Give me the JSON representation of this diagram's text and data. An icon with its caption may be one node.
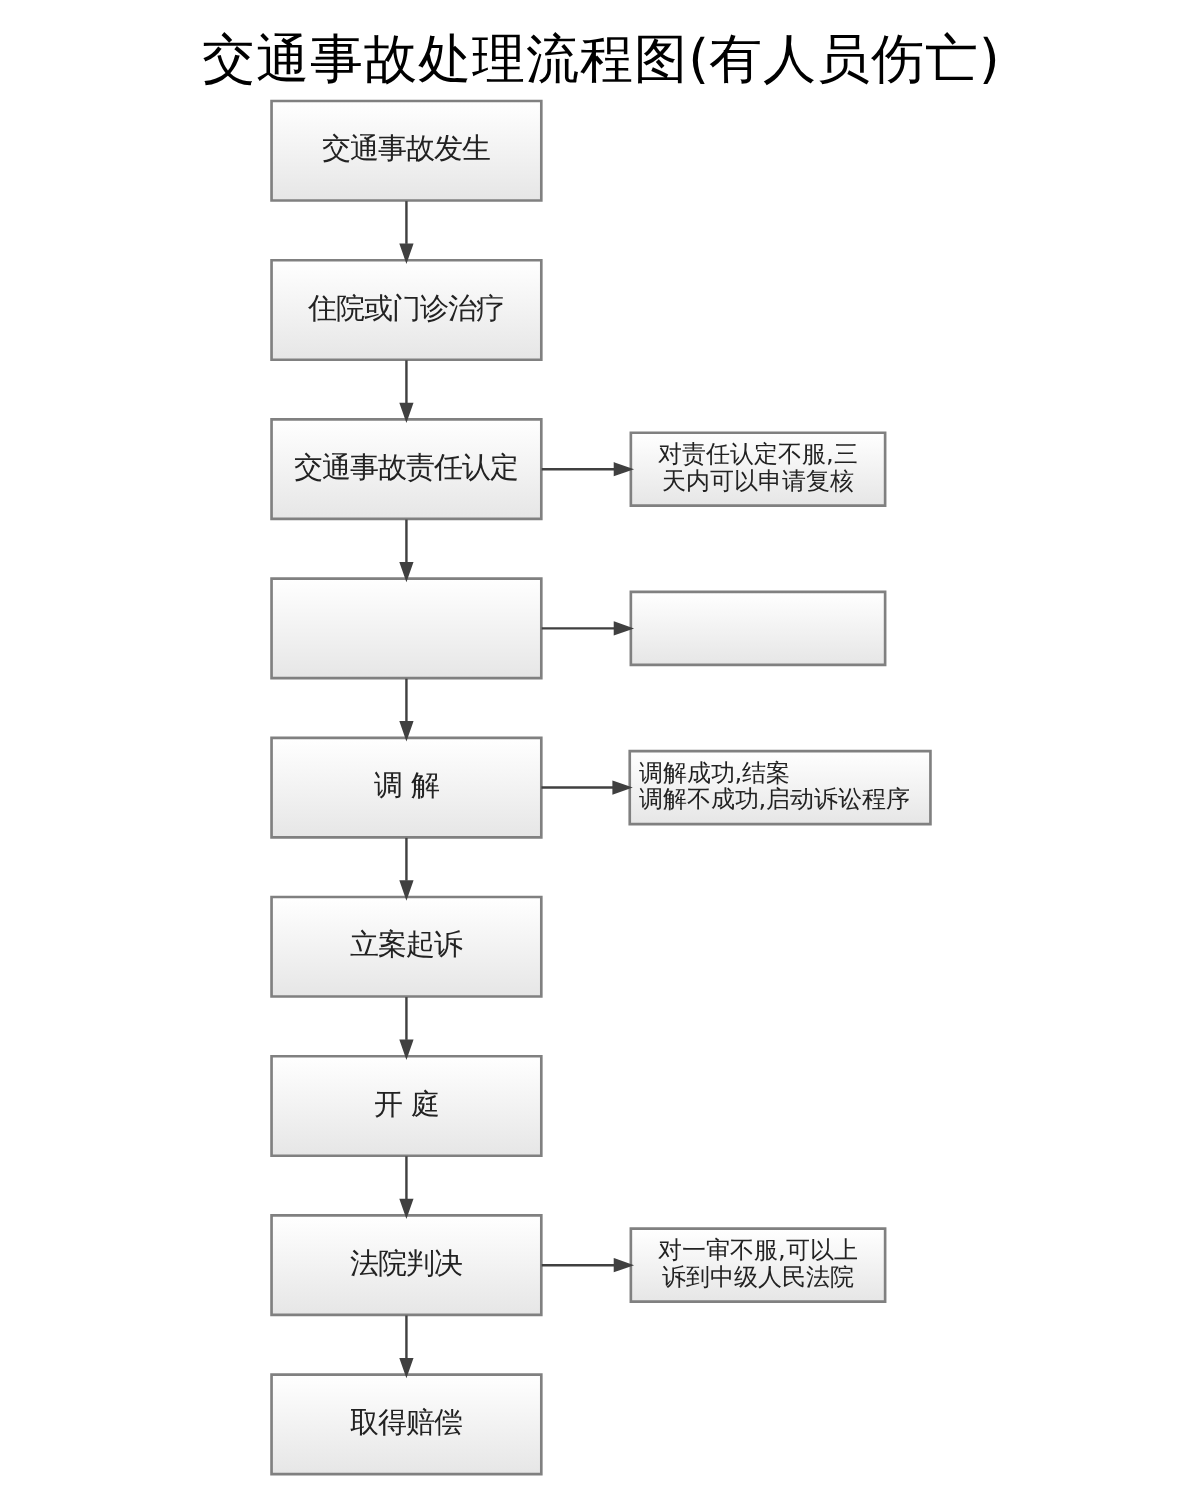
{
  "diagram": {
    "title": "交通事故处理流程图(有人员伤亡)",
    "nodes": [
      {
        "text": [
          "交通事故发生"
        ]
      },
      {
        "text": [
          "住院或门诊治疗"
        ]
      },
      {
        "text": [
          "交通事故责任认定"
        ]
      },
      {
        "text": [
          "对责任认定不服,三天内可以申请复核"
        ]
      },
      {
        "text": [],
        "shape": "box"
      },
      {
        "text": [],
        "shape": "box"
      },
      {
        "text": [
          "调 解"
        ]
      },
      {
        "text": [
          "调解成功,结案",
          "调解不成功,启动诉讼程序"
        ]
      },
      {
        "text": [
          "立案起诉"
        ]
      },
      {
        "text": [
          "开 庭"
        ]
      },
      {
        "text": [
          "法院判决"
        ]
      },
      {
        "text": [
          "对一审不服,可以上诉到中级人民法院"
        ]
      },
      {
        "text": [
          "取得赔偿"
        ]
      }
    ],
    "edges": [
      {
        "from": 0,
        "to": 1,
        "arrow": "to"
      },
      {
        "from": 1,
        "to": 2,
        "arrow": "to"
      },
      {
        "from": 2,
        "to": 3,
        "arrow": "to"
      },
      {
        "from": 2,
        "to": 4,
        "arrow": "to"
      },
      {
        "from": 4,
        "to": 5,
        "arrow": "to"
      },
      {
        "from": 4,
        "to": 6,
        "arrow": "to"
      },
      {
        "from": 6,
        "to": 7,
        "arrow": "to"
      },
      {
        "from": 6,
        "to": 8,
        "arrow": "to"
      },
      {
        "from": 8,
        "to": 9,
        "arrow": "to"
      },
      {
        "from": 9,
        "to": 10,
        "arrow": "to"
      },
      {
        "from": 10,
        "to": 11,
        "arrow": "to"
      },
      {
        "from": 10,
        "to": 12,
        "arrow": "to"
      }
    ]
  }
}
